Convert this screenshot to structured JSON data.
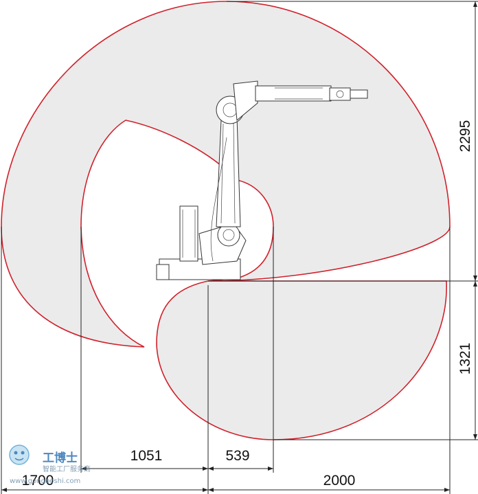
{
  "dimensions": {
    "left_reach": "1700",
    "inner_left": "1051",
    "inner_right": "539",
    "right_reach": "2000",
    "top_height": "2295",
    "bottom_height": "1321"
  },
  "watermark": {
    "title": "工博士",
    "subtitle": "智能工厂服务商",
    "url": "www.gongboshi.com"
  },
  "colors": {
    "envelope_stroke": "#d0202a",
    "envelope_fill": "#ebebeb",
    "dimension_lines": "#222222"
  }
}
